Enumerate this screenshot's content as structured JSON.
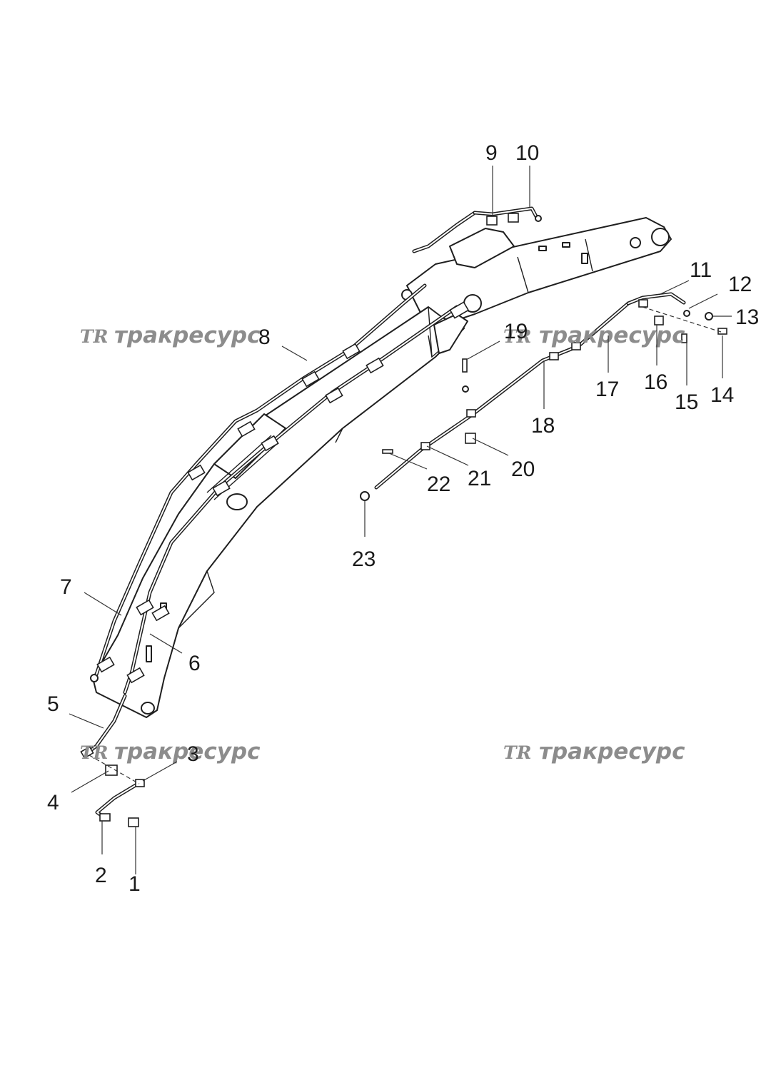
{
  "watermark": {
    "logo": "TR",
    "text": "тpакресурс",
    "color": "#8c8c8c"
  },
  "callouts": [
    {
      "id": "1",
      "label": "1"
    },
    {
      "id": "2",
      "label": "2"
    },
    {
      "id": "3",
      "label": "3"
    },
    {
      "id": "4",
      "label": "4"
    },
    {
      "id": "5",
      "label": "5"
    },
    {
      "id": "6",
      "label": "6"
    },
    {
      "id": "7",
      "label": "7"
    },
    {
      "id": "8",
      "label": "8"
    },
    {
      "id": "9",
      "label": "9"
    },
    {
      "id": "10",
      "label": "10"
    },
    {
      "id": "11",
      "label": "11"
    },
    {
      "id": "12",
      "label": "12"
    },
    {
      "id": "13",
      "label": "13"
    },
    {
      "id": "14",
      "label": "14"
    },
    {
      "id": "15",
      "label": "15"
    },
    {
      "id": "16",
      "label": "16"
    },
    {
      "id": "17",
      "label": "17"
    },
    {
      "id": "18",
      "label": "18"
    },
    {
      "id": "19",
      "label": "19"
    },
    {
      "id": "20",
      "label": "20"
    },
    {
      "id": "21",
      "label": "21"
    },
    {
      "id": "22",
      "label": "22"
    },
    {
      "id": "23",
      "label": "23"
    }
  ],
  "colors": {
    "line": "#1f1f1f",
    "background": "#ffffff"
  }
}
